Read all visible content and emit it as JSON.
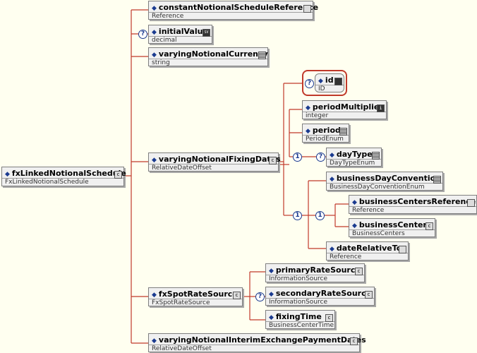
{
  "root": {
    "name": "fxLinkedNotionalSchedule",
    "type": "FxLinkedNotionalSchedule",
    "badge": "c"
  },
  "constantNotionalScheduleReference": {
    "name": "constantNotionalScheduleReference",
    "type": "Reference",
    "badge": ""
  },
  "initialValue": {
    "name": "initialValue",
    "type": "decimal",
    "badge": "SV",
    "occurrence": "?"
  },
  "varyingNotionalCurrency": {
    "name": "varyingNotionalCurrency",
    "type": "string",
    "badge": ""
  },
  "varyingNotionalFixingDates": {
    "name": "varyingNotionalFixingDates",
    "type": "RelativeDateOffset",
    "badge": "c"
  },
  "id": {
    "name": "id",
    "type": "ID",
    "badge": "",
    "occurrence": "?"
  },
  "periodMultiplier": {
    "name": "periodMultiplier",
    "type": "integer",
    "badge": "i"
  },
  "period": {
    "name": "period",
    "type": "PeriodEnum",
    "badge": ""
  },
  "dayType": {
    "name": "dayType",
    "type": "DayTypeEnum",
    "badge": "",
    "occurrence": "?"
  },
  "businessDayConvention": {
    "name": "businessDayConvention",
    "type": "BusinessDayConventionEnum",
    "badge": ""
  },
  "businessCentersReference": {
    "name": "businessCentersReference",
    "type": "Reference",
    "badge": ""
  },
  "businessCenters": {
    "name": "businessCenters",
    "type": "BusinessCenters",
    "badge": "c"
  },
  "dateRelativeTo": {
    "name": "dateRelativeTo",
    "type": "Reference",
    "badge": ""
  },
  "fxSpotRateSource": {
    "name": "fxSpotRateSource",
    "type": "FxSpotRateSource",
    "badge": "c"
  },
  "primaryRateSource": {
    "name": "primaryRateSource",
    "type": "InformationSource",
    "badge": "c"
  },
  "secondaryRateSource": {
    "name": "secondaryRateSource",
    "type": "InformationSource",
    "badge": "c",
    "occurrence": "?"
  },
  "fixingTime": {
    "name": "fixingTime",
    "type": "BusinessCenterTime",
    "badge": "c"
  },
  "varyingNotionalInterimExchangePaymentDates": {
    "name": "varyingNotionalInterimExchangePaymentDates",
    "type": "RelativeDateOffset",
    "badge": "c"
  },
  "compositors": {
    "seq1": "1",
    "seq2": "1",
    "choice": "1",
    "opt_secondary": "?"
  },
  "colors": {
    "wire": "#c0392b",
    "seq": "#1a3a8f",
    "box": "#f0f0f0",
    "background": "#fffff0"
  }
}
